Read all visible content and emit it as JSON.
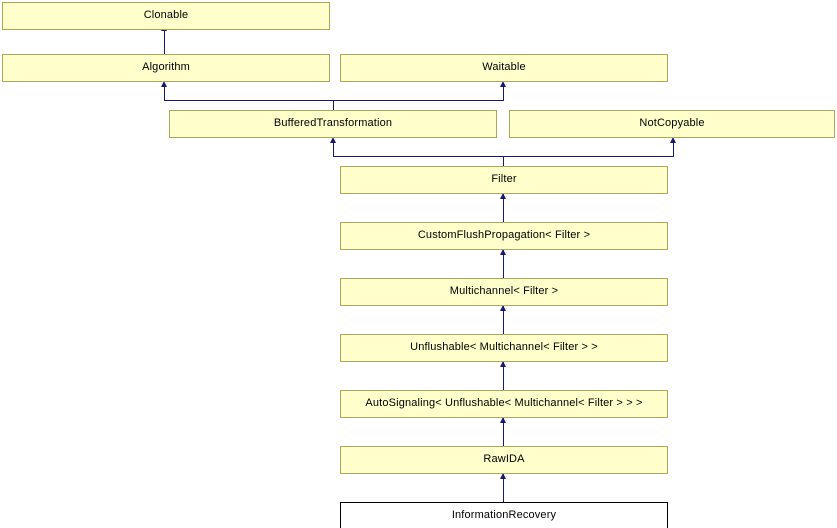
{
  "diagram": {
    "kind": "class-inheritance-diagram",
    "title": "InformationRecovery inheritance diagram",
    "colors": {
      "node_fill": "#ffffcc",
      "node_border": "#a8a85a",
      "current_fill": "#ffffff",
      "current_border": "#000000",
      "edge": "#191970",
      "background": "#ffffff",
      "text": "#000000"
    },
    "nodes": [
      {
        "id": "clonable",
        "label": "Clonable",
        "current": false
      },
      {
        "id": "algorithm",
        "label": "Algorithm",
        "current": false
      },
      {
        "id": "waitable",
        "label": "Waitable",
        "current": false
      },
      {
        "id": "bufferedtransformation",
        "label": "BufferedTransformation",
        "current": false
      },
      {
        "id": "notcopyable",
        "label": "NotCopyable",
        "current": false
      },
      {
        "id": "filter",
        "label": "Filter",
        "current": false
      },
      {
        "id": "customflushpropagation",
        "label": "CustomFlushPropagation< Filter >",
        "current": false
      },
      {
        "id": "multichannel",
        "label": "Multichannel< Filter >",
        "current": false
      },
      {
        "id": "unflushable",
        "label": "Unflushable< Multichannel< Filter > >",
        "current": false
      },
      {
        "id": "autosignaling",
        "label": "AutoSignaling< Unflushable< Multichannel< Filter > > >",
        "current": false
      },
      {
        "id": "rawida",
        "label": "RawIDA",
        "current": false
      },
      {
        "id": "informationrecovery",
        "label": "InformationRecovery",
        "current": true
      }
    ],
    "edges": [
      {
        "from": "algorithm",
        "to": "clonable"
      },
      {
        "from": "bufferedtransformation",
        "to": "algorithm"
      },
      {
        "from": "bufferedtransformation",
        "to": "waitable"
      },
      {
        "from": "filter",
        "to": "bufferedtransformation"
      },
      {
        "from": "filter",
        "to": "notcopyable"
      },
      {
        "from": "customflushpropagation",
        "to": "filter"
      },
      {
        "from": "multichannel",
        "to": "customflushpropagation"
      },
      {
        "from": "unflushable",
        "to": "multichannel"
      },
      {
        "from": "autosignaling",
        "to": "unflushable"
      },
      {
        "from": "rawida",
        "to": "autosignaling"
      },
      {
        "from": "informationrecovery",
        "to": "rawida"
      }
    ]
  }
}
